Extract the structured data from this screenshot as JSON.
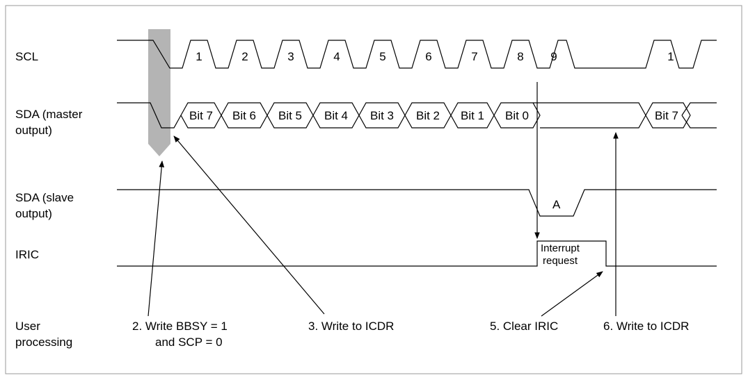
{
  "signals": {
    "scl": "SCL",
    "sda_master": [
      "SDA (master",
      "output)"
    ],
    "sda_slave": [
      "SDA (slave",
      "output)"
    ],
    "iric": "IRIC",
    "user_processing": [
      "User",
      "processing"
    ]
  },
  "scl_clock_numbers": [
    "1",
    "2",
    "3",
    "4",
    "5",
    "6",
    "7",
    "8",
    "9",
    "1"
  ],
  "sda_master_bits": [
    "Bit 7",
    "Bit 6",
    "Bit 5",
    "Bit 4",
    "Bit 3",
    "Bit 2",
    "Bit 1",
    "Bit 0",
    "Bit 7"
  ],
  "ack_label": "A",
  "interrupt_label": [
    "Interrupt",
    "request"
  ],
  "steps": {
    "step2": [
      "2.  Write BBSY = 1",
      "and SCP = 0"
    ],
    "step3": "3.  Write to ICDR",
    "step5": "5.  Clear IRIC",
    "step6": "6.  Write to ICDR"
  },
  "colors": {
    "start_marker": "#b4b4b4",
    "frame": "#999999"
  }
}
